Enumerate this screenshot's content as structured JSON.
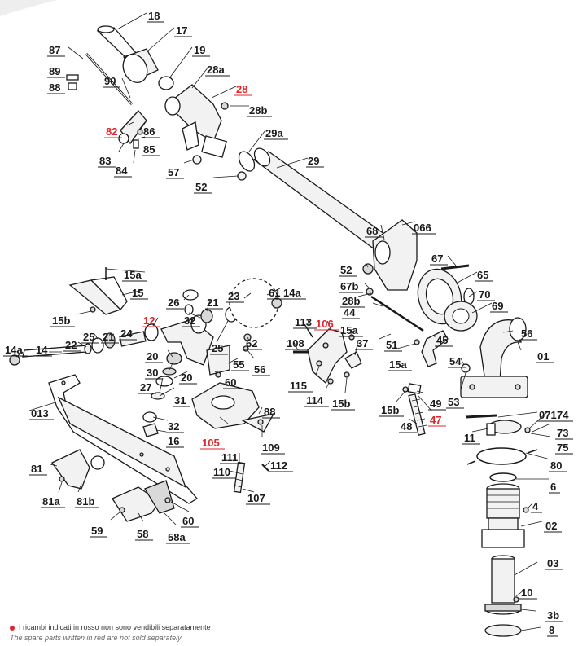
{
  "colors": {
    "ink": "#1a1a1a",
    "not_sold": "#e0262b",
    "bg": "#ffffff"
  },
  "labels": [
    {
      "text": "18",
      "red": false
    },
    {
      "text": "17",
      "red": false
    },
    {
      "text": "19",
      "red": false
    },
    {
      "text": "87",
      "red": false
    },
    {
      "text": "89",
      "red": false
    },
    {
      "text": "88",
      "red": false
    },
    {
      "text": "90",
      "red": false
    },
    {
      "text": "28a",
      "red": false
    },
    {
      "text": "28",
      "red": true
    },
    {
      "text": "28b",
      "red": false
    },
    {
      "text": "82",
      "red": true
    },
    {
      "text": "86",
      "red": false
    },
    {
      "text": "85",
      "red": false
    },
    {
      "text": "83",
      "red": false
    },
    {
      "text": "84",
      "red": false
    },
    {
      "text": "57",
      "red": false
    },
    {
      "text": "29a",
      "red": false
    },
    {
      "text": "29",
      "red": false
    },
    {
      "text": "52",
      "red": false
    },
    {
      "text": "68",
      "red": false
    },
    {
      "text": "066",
      "red": false
    },
    {
      "text": "52",
      "red": false
    },
    {
      "text": "67",
      "red": false
    },
    {
      "text": "65",
      "red": false
    },
    {
      "text": "67b",
      "red": false
    },
    {
      "text": "28b",
      "red": false
    },
    {
      "text": "70",
      "red": false
    },
    {
      "text": "69",
      "red": false
    },
    {
      "text": "44",
      "red": false
    },
    {
      "text": "15a",
      "red": false
    },
    {
      "text": "15",
      "red": false
    },
    {
      "text": "15b",
      "red": false
    },
    {
      "text": "26",
      "red": false
    },
    {
      "text": "21",
      "red": false
    },
    {
      "text": "32",
      "red": false
    },
    {
      "text": "23",
      "red": false
    },
    {
      "text": "61",
      "red": false
    },
    {
      "text": "14a",
      "red": false
    },
    {
      "text": "12",
      "red": true
    },
    {
      "text": "113",
      "red": false
    },
    {
      "text": "106",
      "red": true
    },
    {
      "text": "15a",
      "red": false
    },
    {
      "text": "45",
      "red": false
    },
    {
      "text": "56",
      "red": false
    },
    {
      "text": "14a",
      "red": false
    },
    {
      "text": "14",
      "red": false
    },
    {
      "text": "22",
      "red": false
    },
    {
      "text": "25",
      "red": false
    },
    {
      "text": "21",
      "red": false
    },
    {
      "text": "24",
      "red": false
    },
    {
      "text": "25",
      "red": false
    },
    {
      "text": "62",
      "red": false
    },
    {
      "text": "108",
      "red": false
    },
    {
      "text": "37",
      "red": false
    },
    {
      "text": "51",
      "red": false
    },
    {
      "text": "01",
      "red": false
    },
    {
      "text": "20",
      "red": false
    },
    {
      "text": "55",
      "red": false
    },
    {
      "text": "56",
      "red": false
    },
    {
      "text": "15a",
      "red": false
    },
    {
      "text": "54",
      "red": false
    },
    {
      "text": "30",
      "red": false
    },
    {
      "text": "20",
      "red": false
    },
    {
      "text": "60",
      "red": false
    },
    {
      "text": "115",
      "red": false
    },
    {
      "text": "27",
      "red": false
    },
    {
      "text": "31",
      "red": false
    },
    {
      "text": "114",
      "red": false
    },
    {
      "text": "15b",
      "red": false
    },
    {
      "text": "53",
      "red": false
    },
    {
      "text": "49",
      "red": false
    },
    {
      "text": "013",
      "red": false
    },
    {
      "text": "88",
      "red": false
    },
    {
      "text": "15b",
      "red": false
    },
    {
      "text": "47",
      "red": true
    },
    {
      "text": "071",
      "red": false
    },
    {
      "text": "32",
      "red": false
    },
    {
      "text": "48",
      "red": false
    },
    {
      "text": "74",
      "red": false
    },
    {
      "text": "16",
      "red": false
    },
    {
      "text": "105",
      "red": true
    },
    {
      "text": "109",
      "red": false
    },
    {
      "text": "11",
      "red": false
    },
    {
      "text": "73",
      "red": false
    },
    {
      "text": "75",
      "red": false
    },
    {
      "text": "111",
      "red": false
    },
    {
      "text": "80",
      "red": false
    },
    {
      "text": "81",
      "red": false
    },
    {
      "text": "110",
      "red": false
    },
    {
      "text": "112",
      "red": false
    },
    {
      "text": "6",
      "red": false
    },
    {
      "text": "107",
      "red": false
    },
    {
      "text": "81a",
      "red": false
    },
    {
      "text": "81b",
      "red": false
    },
    {
      "text": "4",
      "red": false
    },
    {
      "text": "60",
      "red": false
    },
    {
      "text": "02",
      "red": false
    },
    {
      "text": "59",
      "red": false
    },
    {
      "text": "58",
      "red": false
    },
    {
      "text": "58a",
      "red": false
    },
    {
      "text": "03",
      "red": false
    },
    {
      "text": "10",
      "red": false
    },
    {
      "text": "3b",
      "red": false
    },
    {
      "text": "8",
      "red": false
    }
  ],
  "footnote": {
    "italian": "I ricambi indicati in rosso non sono vendibili separatamente",
    "english": "The spare parts written in red are not sold separately"
  }
}
